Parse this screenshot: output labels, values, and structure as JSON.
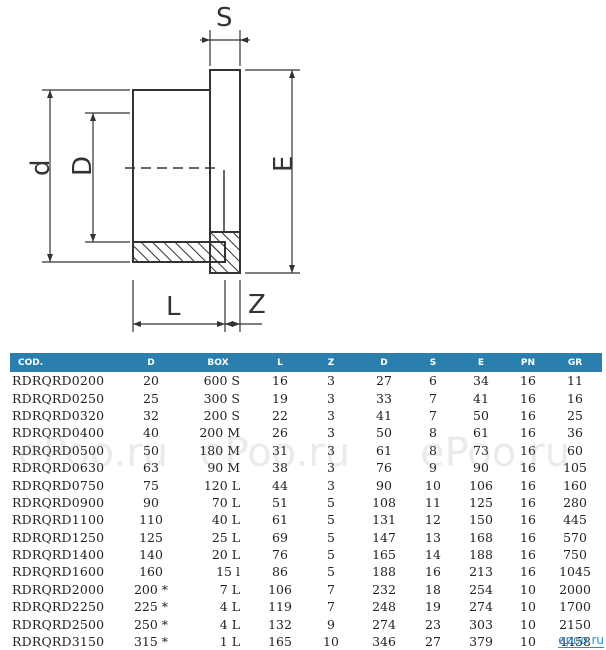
{
  "drawing": {
    "labels": {
      "s": "S",
      "d_outer": "d",
      "d_inner": "D",
      "e": "E",
      "l": "L",
      "z": "Z"
    }
  },
  "table": {
    "headers": [
      "COD.",
      "D",
      "BOX",
      "L",
      "Z",
      "D",
      "S",
      "E",
      "PN",
      "GR"
    ],
    "rows": [
      [
        "RDRQRD0200",
        "20",
        "600 S",
        "16",
        "3",
        "27",
        "6",
        "34",
        "16",
        "11"
      ],
      [
        "RDRQRD0250",
        "25",
        "300 S",
        "19",
        "3",
        "33",
        "7",
        "41",
        "16",
        "16"
      ],
      [
        "RDRQRD0320",
        "32",
        "200 S",
        "22",
        "3",
        "41",
        "7",
        "50",
        "16",
        "25"
      ],
      [
        "RDRQRD0400",
        "40",
        "200 M",
        "26",
        "3",
        "50",
        "8",
        "61",
        "16",
        "36"
      ],
      [
        "RDRQRD0500",
        "50",
        "180 M",
        "31",
        "3",
        "61",
        "8",
        "73",
        "16",
        "60"
      ],
      [
        "RDRQRD0630",
        "63",
        "90 M",
        "38",
        "3",
        "76",
        "9",
        "90",
        "16",
        "105"
      ],
      [
        "RDRQRD0750",
        "75",
        "120 L",
        "44",
        "3",
        "90",
        "10",
        "106",
        "16",
        "160"
      ],
      [
        "RDRQRD0900",
        "90",
        "70 L",
        "51",
        "5",
        "108",
        "11",
        "125",
        "16",
        "280"
      ],
      [
        "RDRQRD1100",
        "110",
        "40 L",
        "61",
        "5",
        "131",
        "12",
        "150",
        "16",
        "445"
      ],
      [
        "RDRQRD1250",
        "125",
        "25 L",
        "69",
        "5",
        "147",
        "13",
        "168",
        "16",
        "570"
      ],
      [
        "RDRQRD1400",
        "140",
        "20 L",
        "76",
        "5",
        "165",
        "14",
        "188",
        "16",
        "750"
      ],
      [
        "RDRQRD1600",
        "160",
        "15 l",
        "86",
        "5",
        "188",
        "16",
        "213",
        "16",
        "1045"
      ],
      [
        "RDRQRD2000",
        "200 *",
        "7 L",
        "106",
        "7",
        "232",
        "18",
        "254",
        "10",
        "2000"
      ],
      [
        "RDRQRD2250",
        "225 *",
        "4 L",
        "119",
        "7",
        "248",
        "19",
        "274",
        "10",
        "1700"
      ],
      [
        "RDRQRD2500",
        "250 *",
        "4 L",
        "132",
        "9",
        "274",
        "23",
        "303",
        "10",
        "2150"
      ],
      [
        "RDRQRD3150",
        "315 *",
        "1 L",
        "165",
        "10",
        "346",
        "27",
        "379",
        "10",
        "4458"
      ]
    ]
  },
  "watermarks": [
    "ePoo.ru",
    "ePoo.ru",
    "ePoo.ru"
  ],
  "brand": "epoo.ru"
}
